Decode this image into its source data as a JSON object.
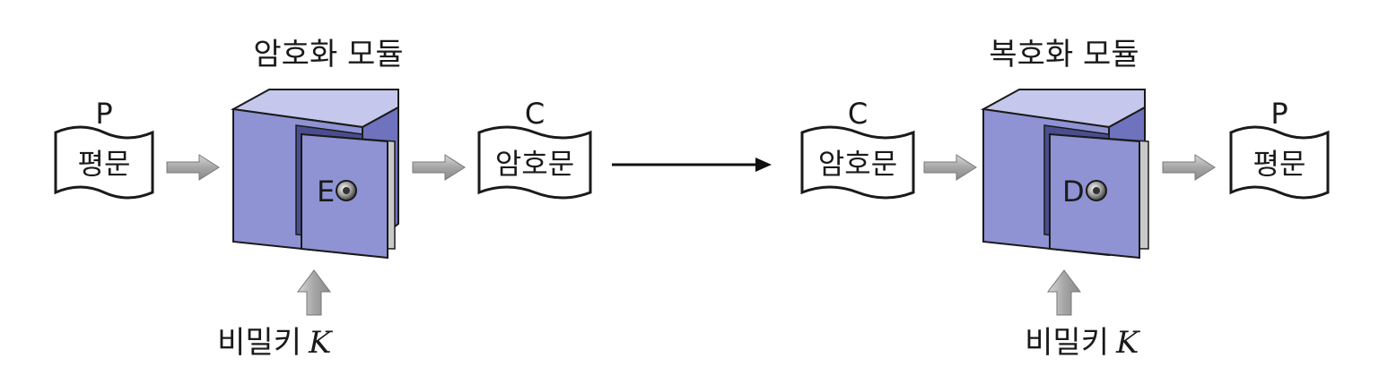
{
  "encrypt": {
    "title": "암호화 모듈",
    "input_symbol": "P",
    "input_label": "평문",
    "module_letter": "E",
    "output_symbol": "C",
    "output_label": "암호문",
    "key_label": "비밀키",
    "key_var": "K"
  },
  "decrypt": {
    "title": "복호화 모듈",
    "input_symbol": "C",
    "input_label": "암호문",
    "module_letter": "D",
    "output_symbol": "P",
    "output_label": "평문",
    "key_label": "비밀키",
    "key_var": "K"
  },
  "colors": {
    "safe_front": "#8f93d4",
    "safe_top": "#c5c8ec",
    "safe_side": "#6f73bd",
    "door_inner": "#c9c9c9",
    "arrow_gray": "#a6a6a6",
    "stroke": "#1a1a1a"
  }
}
